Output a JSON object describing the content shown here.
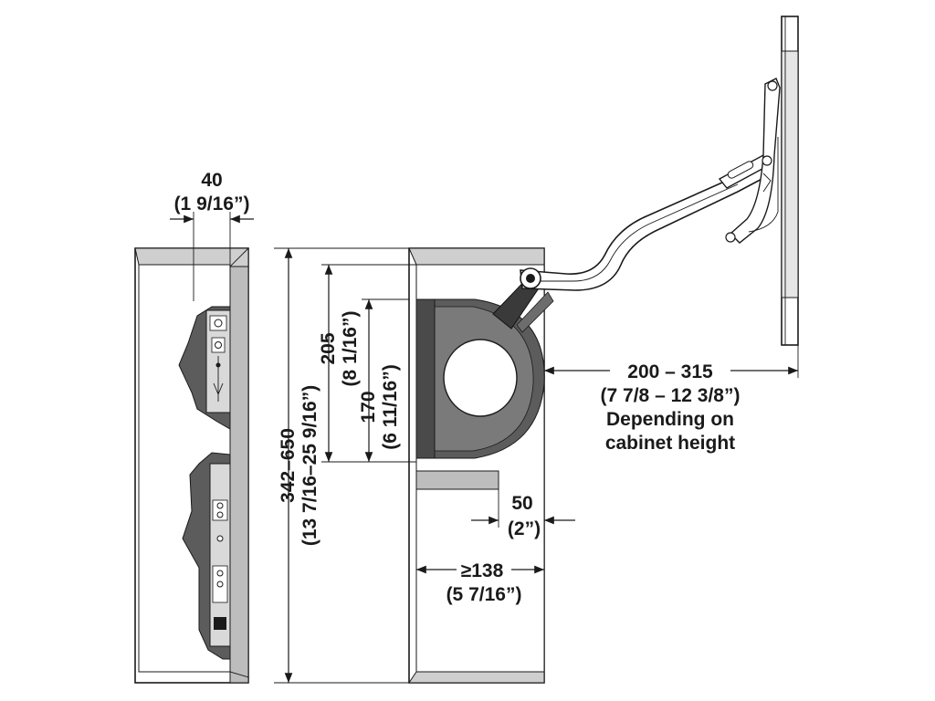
{
  "dimensions": {
    "side_depth": {
      "metric": "40",
      "imperial": "(1 9/16”)"
    },
    "cabinet_height": {
      "metric": "342–650",
      "imperial": "(13 7/16–25 9/16”)"
    },
    "hole_205": {
      "metric": "205",
      "imperial": "(8 1/16”)"
    },
    "hole_170": {
      "metric": "170",
      "imperial": "(6 11/16”)"
    },
    "door_travel": {
      "metric": "200 – 315",
      "imperial": "(7 7/8 – 12 3/8”)",
      "note_line1": "Depending on",
      "note_line2": "cabinet height"
    },
    "clearance_50": {
      "metric": "50",
      "imperial": "(2”)"
    },
    "min_depth": {
      "metric": "≥138",
      "imperial": "(5 7/16”)"
    }
  },
  "colors": {
    "ink": "#1a1a1a",
    "gray": "#5c5c5c",
    "light": "#d9d9d9",
    "dark": "#3a3a3a"
  }
}
